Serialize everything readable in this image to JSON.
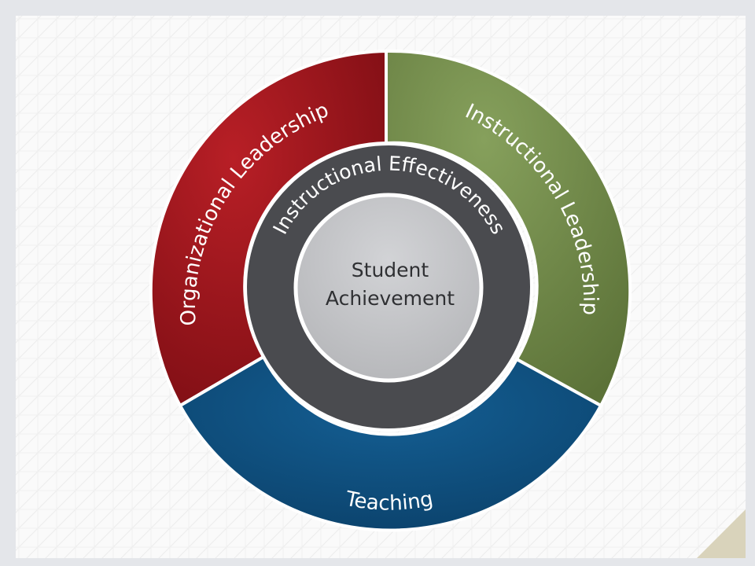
{
  "diagram": {
    "outer_segments": [
      {
        "id": "organizational",
        "label": "Organizational Leadership",
        "color": "#a0171d"
      },
      {
        "id": "instructional-leadership",
        "label": "Instructional Leadership",
        "color": "#7a9152"
      },
      {
        "id": "teaching",
        "label": "Teaching",
        "color": "#0d5586"
      }
    ],
    "middle_ring": {
      "label": "Instructional Effectiveness",
      "color": "#4a4b4f"
    },
    "core": {
      "line1": "Student",
      "line2": "Achievement",
      "color": "#c3c4c7"
    }
  },
  "theme": {
    "background": "#e4e6ea",
    "panel": "#ffffff",
    "corner_fold": "#d9d3bb"
  }
}
